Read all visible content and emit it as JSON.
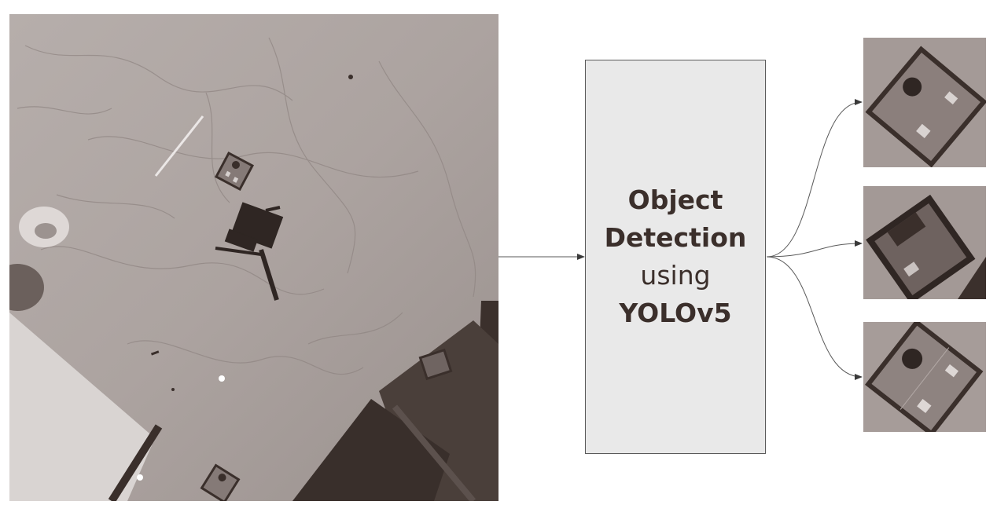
{
  "process_box": {
    "line1": "Object",
    "line2": "Detection",
    "line3": "using",
    "line4": "YOLOv5"
  }
}
